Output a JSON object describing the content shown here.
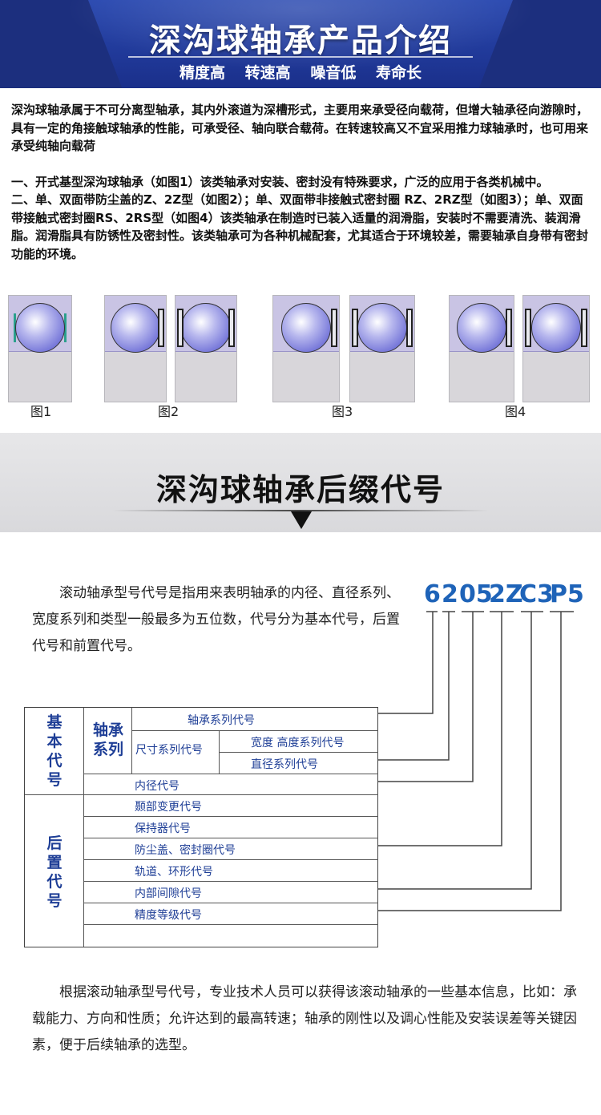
{
  "header": {
    "title": "深沟球轴承产品介绍",
    "features": [
      "精度高",
      "转速高",
      "噪音低",
      "寿命长"
    ]
  },
  "intro": {
    "paragraph1": "深沟球轴承属于不可分离型轴承，其内外滚道为深槽形式，主要用来承受径向载荷，但增大轴承径向游隙时，具有一定的角接触球轴承的性能，可承受径、轴向联合载荷。在转速较高又不宜采用推力球轴承时，也可用来承受纯轴向载荷",
    "item1": "一、开式基型深沟球轴承（如图1）该类轴承对安装、密封没有特殊要求，广泛的应用于各类机械中。",
    "item2": "二、单、双面带防尘盖的Z、2Z型（如图2）；单、双面带非接触式密封圈 RZ、2RZ型（如图3）；单、双面带接触式密封圈RS、2RS型（如图4）该类轴承在制造时已装入适量的润滑脂，安装时不需要清洗、装润滑脂。润滑脂具有防锈性及密封性。该类轴承可为各种机械配套，尤其适合于环境较差，需要轴承自身带有密封功能的环境。"
  },
  "figures": {
    "captions": [
      "图1",
      "图2",
      "图3",
      "图4"
    ]
  },
  "section2": {
    "title": "深沟球轴承后缀代号"
  },
  "code_explain": {
    "description": "滚动轴承型号代号是指用来表明轴承的内径、直径系列、宽度系列和类型一般最多为五位数，代号分为基本代号，后置代号和前置代号。",
    "code_parts": [
      "6",
      "2",
      "05",
      "2Z",
      "C3",
      "P5"
    ]
  },
  "table": {
    "basic_label": "基本代号",
    "bearing_series_label": "轴承系列",
    "bearing_series_code": "轴承系列代号",
    "size_series_code": "尺寸系列代号",
    "width_height_code": "宽度 高度系列代号",
    "diameter_code": "直径系列代号",
    "bore_code": "内径代号",
    "suffix_label": "后置代号",
    "suffix_rows": [
      "颞部变更代号",
      "保持器代号",
      "防尘盖、密封圈代号",
      "轨道、环形代号",
      "内部间隙代号",
      "精度等级代号"
    ]
  },
  "footer": {
    "text": "根据滚动轴承型号代号，专业技术人员可以获得该滚动轴承的一些基本信息，比如：承载能力、方向和性质；允许达到的最高转速；轴承的刚性以及调心性能及安装误差等关键因素，便于后续轴承的选型。"
  },
  "colors": {
    "header_blue": "#1c2f7e",
    "label_blue": "#1e3e96",
    "code_blue": "#1e63b8"
  }
}
